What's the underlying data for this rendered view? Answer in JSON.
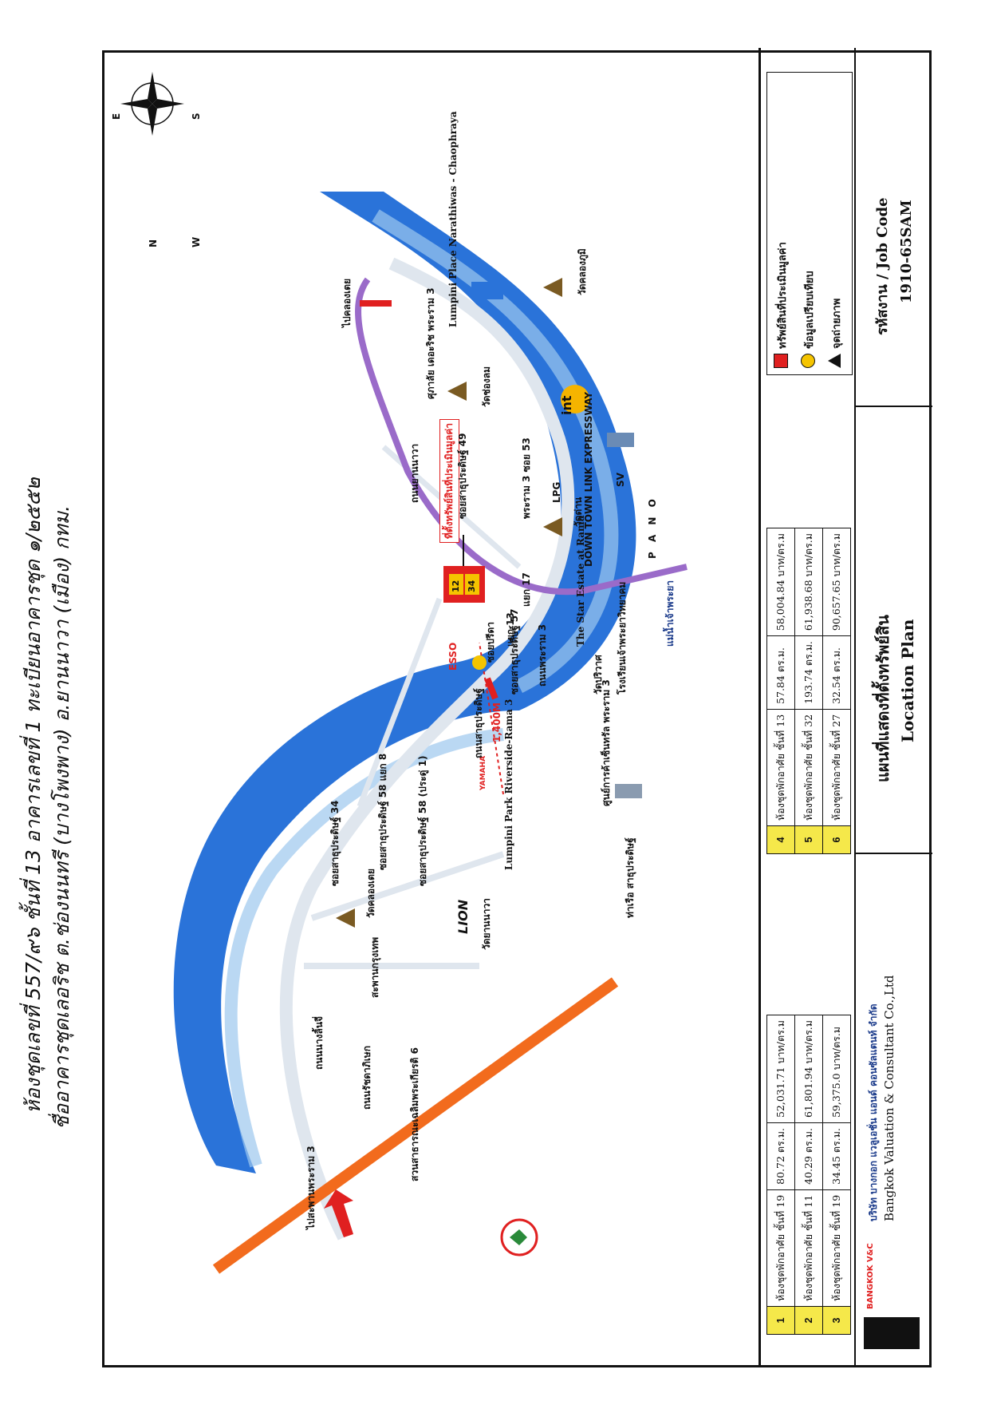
{
  "handwritten": {
    "line1": "ห้องชุดเลขที่ 557/๙๖ ชั้นที่ 13 อาคารเลขที่ 1 ทะเบียนอาคารชุด ๑/๒๕๕๒",
    "line2": "ชื่ออาคารชุดเลอริช ต.ช่องนนทรี (บางโพงพาง) อ.ยานนาวา (เมือง) กทม."
  },
  "compass": {
    "n": "N",
    "s": "S",
    "e": "E",
    "w": "W"
  },
  "map_labels": {
    "subject_callout": "ที่ตั้งทรัพย์สินที่ประเมินมูลค่า",
    "subject_badge_top": "12",
    "subject_badge_bottom": "34",
    "distance": "1,400M",
    "to_rama3": "ไปสะพานพระราม 3",
    "to_klongtoey": "ไปคลองเตย",
    "rama3_road": "ถนนพระราม 3",
    "rama3_road_2": "ถนนพระราม 3",
    "rama3_53": "พระราม 3 ซอย 53",
    "satupradit_road": "ถนนสาธุประดิษฐ์",
    "soi_sathu_34": "ซอยสาธุประดิษฐ์ 34",
    "soi_sathu_58": "ซอยสาธุประดิษฐ์ 58 แยก 8",
    "soi_sathu_58b": "ซอยสาธุประดิษฐ์ 58 (ประดู่ 1)",
    "soi_sathu_57": "ซอยสาธุประดิษฐ์ 57",
    "soi_sathu_49": "ซอยสาธุประดิษฐ์ 49",
    "soi_sathu_60": "ซอยสาธุประดิษฐ์",
    "soi_prida": "ซอยปรีดา",
    "soi_13": "แยก 13",
    "soi_17": "แยก 17",
    "soi_1": "1",
    "nanglinchi": "ถนนนางลิ้นจี่",
    "ratchadaphisek": "ถนนรัชดาภิเษก",
    "yan_nawa": "ถนนยานนาวา",
    "bridge": "สะพานกรุงเทพ",
    "expressway": "ทางด่วน",
    "outer_ring": "DOWN TOWN LINK EXPRESSWAY",
    "chao_phraya": "แม่น้ำเจ้าพระยา",
    "lion": "LION",
    "lumpini_park": "Lumpini Park Riverside-Rama 3",
    "lumpini_place": "Lumpini Place Narathiwas - Chaophraya",
    "star_estate": "The Star Estate at Rama",
    "esso": "ESSO",
    "yamaha": "YAMAHA",
    "lpg": "LPG",
    "int": "int",
    "sv": "SV",
    "pano": "P A N O",
    "wat_khlong_toei": "วัดคลองเตย",
    "wat_chong_nonsi": "วัดช่องลม",
    "wat_yannawa": "วัดยานนาวา",
    "wat_pariwat": "วัดปริวาศ",
    "wat_dan": "วัดด่าน",
    "wat_chong_lom": "วัดคลองภูมิ",
    "school": "โรงเรียนเจ้าพระยาวิทยาคม",
    "central_rama3": "ศูนย์การค้าเซ็นทรัล พระราม 3",
    "terminal": "ท่าเรือ สาธุประดิษฐ์",
    "central_hospital": "สวนสาธารณะเฉลิมพระเกียรติ 6",
    "tesco": "ศุภาลัย เดอะริช พระราม 3"
  },
  "legend": {
    "rows": [
      {
        "no": "1",
        "desc": "ห้องชุดพักอาศัย ชั้นที่ 19",
        "area": "80.72 ตร.ม.",
        "price": "52,031.71 บาท/ตร.ม"
      },
      {
        "no": "2",
        "desc": "ห้องชุดพักอาศัย ชั้นที่ 11",
        "area": "40.29 ตร.ม.",
        "price": "61,801.94 บาท/ตร.ม"
      },
      {
        "no": "3",
        "desc": "ห้องชุดพักอาศัย ชั้นที่ 19",
        "area": "34.45 ตร.ม.",
        "price": "59,375.0 บาท/ตร.ม"
      },
      {
        "no": "4",
        "desc": "ห้องชุดพักอาศัย ชั้นที่ 13",
        "area": "57.84 ตร.ม.",
        "price": "58,004.84 บาท/ตร.ม"
      },
      {
        "no": "5",
        "desc": "ห้องชุดพักอาศัย ชั้นที่ 32",
        "area": "193.74 ตร.ม.",
        "price": "61,938.68 บาท/ตร.ม"
      },
      {
        "no": "6",
        "desc": "ห้องชุดพักอาศัย ชั้นที่ 27",
        "area": "32.54 ตร.ม.",
        "price": "90,657.65 บาท/ตร.ม"
      }
    ],
    "key_subject": "ทรัพย์สินที่ประเมินมูลค่า",
    "key_compare": "ข้อมูลเปรียบเทียบ",
    "key_photo": "จุดถ่ายภาพ"
  },
  "footer": {
    "company_th": "บริษัท บางกอก แวลูเอชั่น แอนด์ คอนซัลแตนท์ จำกัด",
    "company_en": "Bangkok Valuation & Consultant Co.,Ltd",
    "logo_text": "BANGKOK V&C",
    "plan_title_th": "แผนที่แสดงที่ตั้งทรัพย์สิน",
    "plan_title_en": "Location Plan",
    "job_label": "รหัสงาน / Job Code",
    "job_code": "1910-65SAM"
  },
  "colors": {
    "river": "#2a73d9",
    "river_light": "#9cc8ee",
    "expressway": "#f26b1d",
    "purple_road": "#9a6bc9",
    "subject": "#e02020",
    "compare": "#f5c400",
    "legend_num": "#f5e84a"
  }
}
